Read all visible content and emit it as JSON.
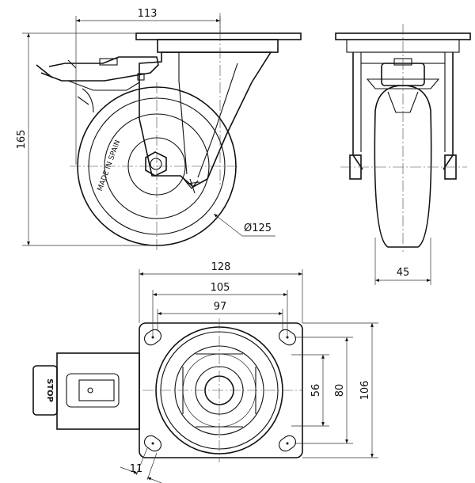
{
  "dimensions": {
    "side_mount_width": "113",
    "overall_height": "165",
    "wheel_diameter": "Ø125",
    "wheel_width": "45",
    "plate_length": "128",
    "hole_spacing_long": "105",
    "hole_spacing_long_inner": "97",
    "hole_spacing_short_inner": "56",
    "hole_spacing_short": "80",
    "plate_width": "106",
    "slot_width": "11"
  },
  "labels": {
    "wheel_stamp": "MADE IN SPAIN",
    "brake_pedal": "STOP"
  }
}
